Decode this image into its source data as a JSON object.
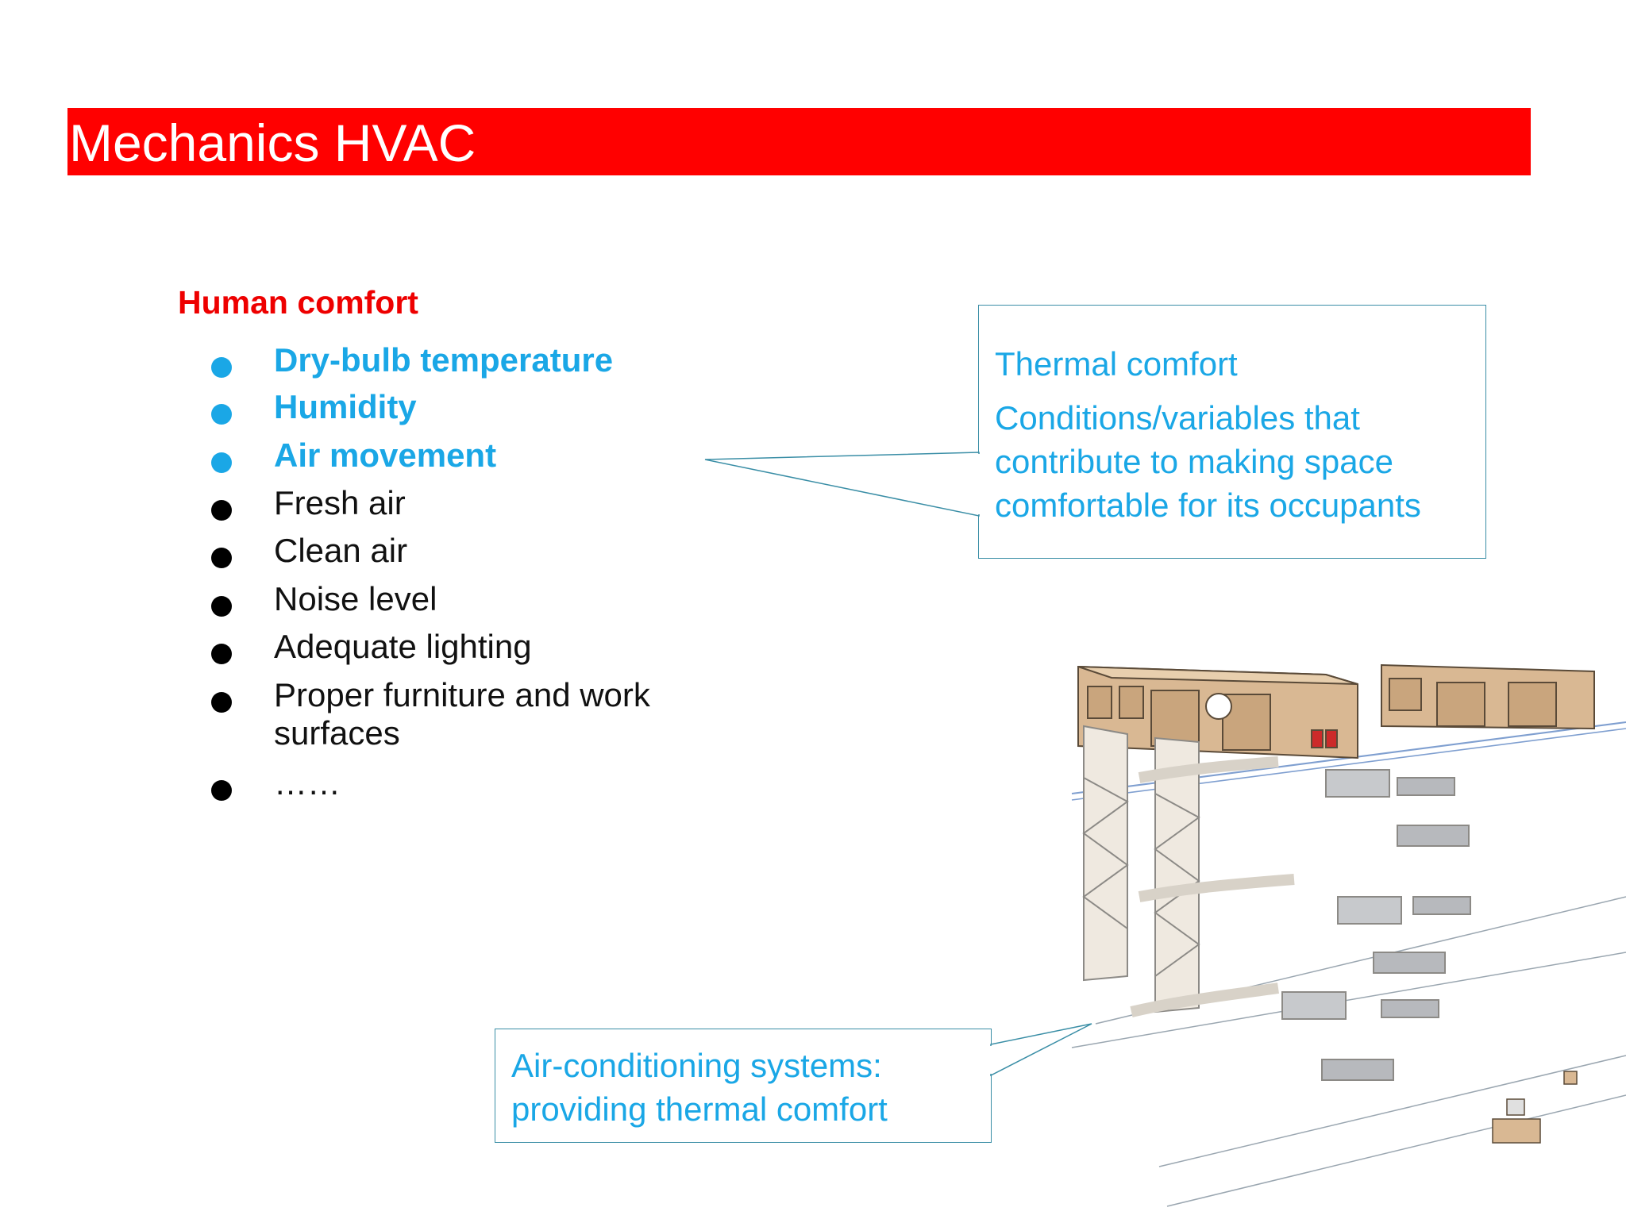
{
  "title": "Mechanics HVAC",
  "section": {
    "heading": "Human comfort",
    "bullets": [
      {
        "text": "Dry-bulb temperature",
        "highlight": true
      },
      {
        "text": "Humidity",
        "highlight": true
      },
      {
        "text": "Air movement",
        "highlight": true
      },
      {
        "text": "Fresh air",
        "highlight": false
      },
      {
        "text": "Clean air",
        "highlight": false
      },
      {
        "text": "Noise level",
        "highlight": false
      },
      {
        "text": "Adequate lighting",
        "highlight": false
      },
      {
        "text": "Proper furniture and work",
        "highlight": false,
        "continuation": "surfaces"
      },
      {
        "text": "……",
        "highlight": false
      }
    ]
  },
  "callout_thermal": {
    "heading": "Thermal comfort",
    "lines": [
      "Conditions/variables that",
      "contribute to making  space",
      "comfortable for its occupants"
    ]
  },
  "callout_ac": {
    "lines": [
      "Air-conditioning systems:",
      "providing thermal comfort"
    ]
  },
  "colors": {
    "title_bar": "#ff0000",
    "heading_red": "#ee0000",
    "accent_blue": "#1aa7e6",
    "callout_border": "#3a8ea6"
  }
}
